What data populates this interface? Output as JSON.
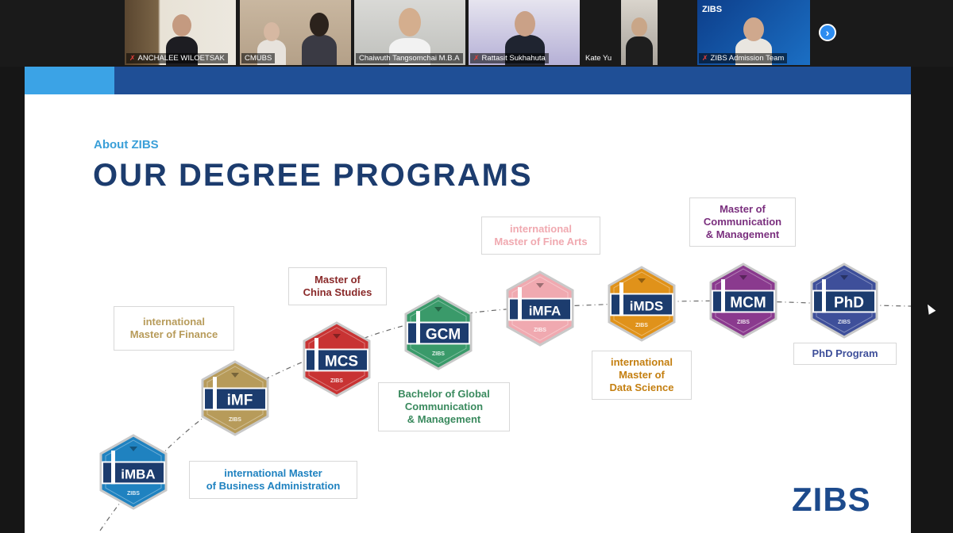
{
  "meeting": {
    "participants": [
      {
        "name": "ANCHALEE WILOETSAK",
        "muted": true
      },
      {
        "name": "CMUBS",
        "muted": false
      },
      {
        "name": "Chaiwuth Tangsomchai M.B.A",
        "muted": false
      },
      {
        "name": "Rattasit Sukhahuta",
        "muted": true
      },
      {
        "name": "Kate Yu",
        "muted": false
      },
      {
        "name": "ZIBS Admission Team",
        "muted": true
      }
    ],
    "shared_screen_watermark": "ZIBS",
    "next_icon": "chevron-right-icon"
  },
  "slide": {
    "kicker": "About ZIBS",
    "title": "OUR DEGREE PROGRAMS",
    "logo": "ZIBS",
    "colors": {
      "bar": "#1f4f96",
      "bar_accent": "#3ba3e6",
      "title": "#1c3c6e",
      "kicker": "#3a9fd8"
    },
    "programs": [
      {
        "code": "iMBA",
        "badge_zibs": "ZIBS",
        "color": "#1f82c0",
        "label_lines": [
          "international Master",
          "of Business Administration"
        ],
        "label_color": "#1f82c0"
      },
      {
        "code": "iMF",
        "badge_zibs": "ZIBS",
        "color": "#b79b5a",
        "label_lines": [
          "international",
          "Master of Finance"
        ],
        "label_color": "#b79b5a"
      },
      {
        "code": "MCS",
        "badge_zibs": "ZIBS",
        "color": "#c83333",
        "label_lines": [
          "Master of",
          "China Studies"
        ],
        "label_color": "#8a2a2a"
      },
      {
        "code": "GCM",
        "badge_zibs": "ZIBS",
        "color": "#3a9a6a",
        "label_lines": [
          "Bachelor of Global",
          "Communication",
          "& Management"
        ],
        "label_color": "#3a8a5e"
      },
      {
        "code": "iMFA",
        "badge_zibs": "ZIBS",
        "color": "#f0a9b0",
        "label_lines": [
          "international",
          "Master of Fine Arts"
        ],
        "label_color": "#f0a9b0"
      },
      {
        "code": "iMDS",
        "badge_zibs": "ZIBS",
        "color": "#e0921a",
        "label_lines": [
          "international",
          "Master of",
          "Data Science"
        ],
        "label_color": "#c47f10"
      },
      {
        "code": "MCM",
        "badge_zibs": "ZIBS",
        "color": "#8a3a8e",
        "label_lines": [
          "Master of",
          "Communication",
          "& Management"
        ],
        "label_color": "#7a2f7e"
      },
      {
        "code": "PhD",
        "badge_zibs": "ZIBS",
        "color": "#3e4f9a",
        "label_lines": [
          "PhD Program"
        ],
        "label_color": "#3e4f9a"
      }
    ]
  }
}
